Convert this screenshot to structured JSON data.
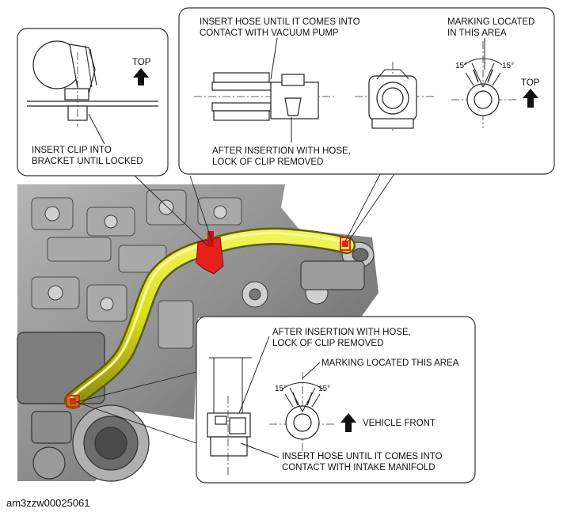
{
  "callouts": {
    "top_left": {
      "direction_label": "TOP",
      "instruction": [
        "INSERT CLIP INTO",
        "BRACKET UNTIL LOCKED"
      ]
    },
    "top_right": {
      "instruction_top": [
        "INSERT HOSE UNTIL IT COMES INTO",
        "CONTACT WITH VACUUM PUMP"
      ],
      "instruction_bottom": [
        "AFTER INSERTION WITH HOSE,",
        "LOCK OF CLIP REMOVED"
      ],
      "marking": [
        "MARKING LOCATED",
        "IN THIS AREA"
      ],
      "angle_left": "15°",
      "angle_right": "15°",
      "direction_label": "TOP"
    },
    "bottom": {
      "instruction_top": [
        "AFTER INSERTION WITH HOSE,",
        "LOCK OF CLIP REMOVED"
      ],
      "marking": "MARKING LOCATED THIS AREA",
      "angle_left": "15°",
      "angle_right": "15°",
      "direction_label": "VEHICLE FRONT",
      "instruction_bottom": [
        "INSERT HOSE UNTIL IT COMES INTO",
        "CONTACT WITH INTAKE MANIFOLD"
      ]
    }
  },
  "colors": {
    "hose": "#d8dc1a",
    "clip": "#e8201c",
    "engine": "#8a8a8a"
  },
  "document_id": "am3zzw00025061"
}
